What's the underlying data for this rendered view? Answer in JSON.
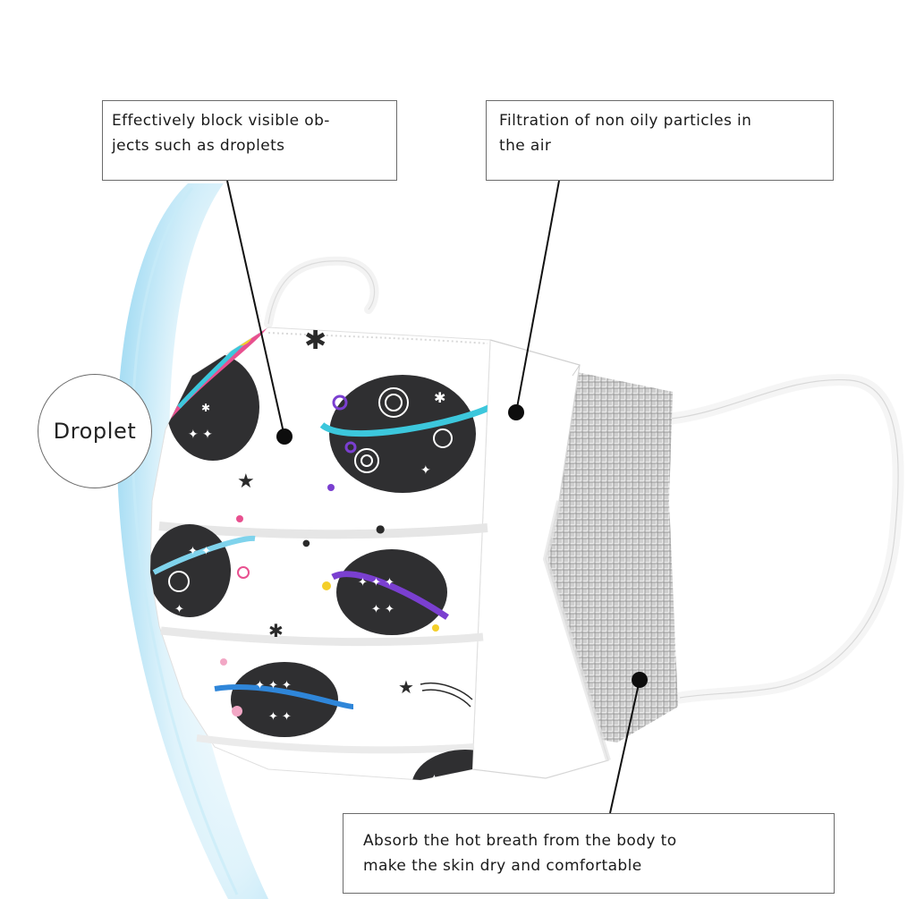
{
  "callouts": {
    "block_droplets": {
      "line1": "Effectively block visible ob-",
      "line2": "jects such as droplets"
    },
    "filtration": {
      "line1": "Filtration of non oily particles in",
      "line2": "the air"
    },
    "absorb_breath": {
      "line1": "Absorb the hot breath from the body to",
      "line2": "make the skin dry and comfortable"
    }
  },
  "droplet_label": "Droplet",
  "colors": {
    "shield_blue": "#bfe6f7",
    "planet_fill": "#2f2f31",
    "ring_cyan": "#3cc7dc",
    "ring_purple": "#7a3fd0",
    "ring_blue": "#2f86d9",
    "ring_pink": "#e8508f",
    "accent_yellow": "#f4cf2a",
    "mesh_gray": "#8a8a8a",
    "callout_border": "#6b6b6b"
  },
  "illustration": {
    "subject": "child-face-mask-with-space-planet-print",
    "layers": [
      "printed-outer-layer",
      "melt-blown-filter-layer",
      "inner-mesh-layer"
    ]
  }
}
